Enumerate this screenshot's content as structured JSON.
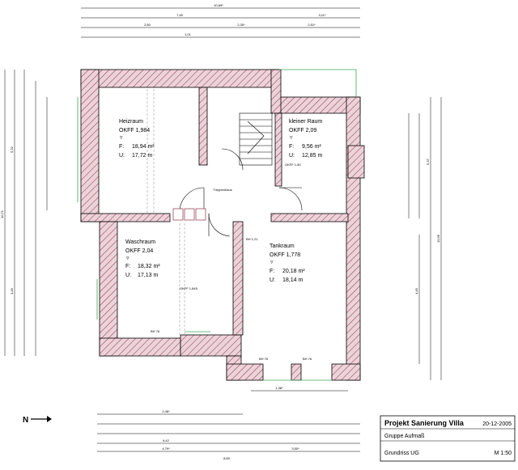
{
  "rooms": [
    {
      "name": "Heizraum",
      "okff": "OKFF 1,984",
      "f_label": "F:",
      "f_value": "18,94 m²",
      "u_label": "U:",
      "u_value": "17,72 m"
    },
    {
      "name": "kleiner Raum",
      "okff": "OKFF 2,09",
      "f_label": "F:",
      "f_value": "9,56 m²",
      "u_label": "U:",
      "u_value": "12,85 m"
    },
    {
      "name": "Waschraum",
      "okff": "OKFF 2,04",
      "f_label": "F:",
      "f_value": "18,32 m²",
      "u_label": "U:",
      "u_value": "17,13 m"
    },
    {
      "name": "Tankraum",
      "okff": "OKFF 1,778",
      "f_label": "F:",
      "f_value": "20,18 m²",
      "u_label": "U:",
      "u_value": "18,14 m"
    }
  ],
  "labels": {
    "treppenhaus": "Treppenhaus",
    "bh_121": "BH 1,21",
    "okff_1845": "OKFF 1,845",
    "okff_150": "OKFF 1,50",
    "bh_76a": "BH 76",
    "bh_76b": "BH 76",
    "bh_76c": "BH 76",
    "north": "N"
  },
  "dimensions": {
    "top_total": "10,69*",
    "top_a": "7,45",
    "top_b": "3,11*",
    "top_c": "2,80",
    "top_d": "1,01",
    "top_e": "2,30*",
    "top_f": "2,51*",
    "bottom_a": "2,46*",
    "bottom_b": "6,42",
    "bottom_c": "4,79*",
    "bottom_d": "8,89",
    "bottom_e": "3,50*",
    "bottom_f": "1,38*",
    "left_total": "10,71",
    "left_a": "4,45",
    "left_b": "5,32",
    "right_total": "10,96",
    "right_a": "5,37",
    "right_b": "4,45"
  },
  "title_block": {
    "project": "Projekt  Sanierung Villa",
    "date": "20-12-2005",
    "group": "Gruppe Aufmaß",
    "plan": "Grundriss UG",
    "scale": "M 1:50"
  }
}
